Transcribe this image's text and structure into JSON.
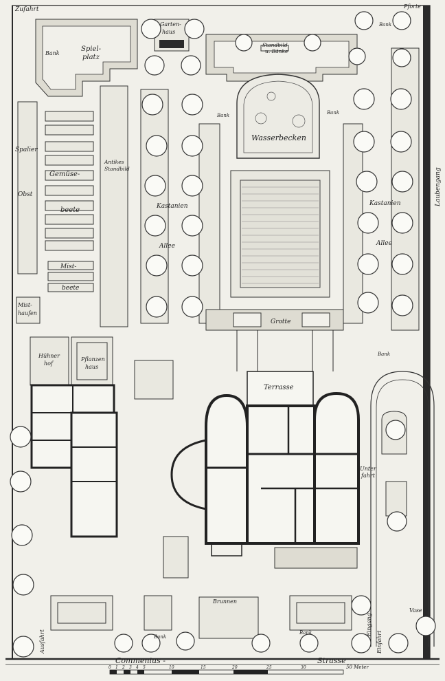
{
  "labels": {
    "zufahrt_top": "Zufahrt",
    "pforte": "Pforte",
    "bank": "Bank",
    "gartenhaus_1": "Garten-",
    "gartenhaus_2": "haus",
    "spielplatz_1": "Spiel-",
    "spielplatz_2": "platz",
    "standbild_1": "Standbild",
    "standbild_2": "u. Bänke",
    "wasserbecken": "Wasserbecken",
    "spalier_1": "Spalier",
    "spalier_2": "Obst",
    "gemuese": "Gemüse-",
    "beete": "beete",
    "antikes_1": "Antikes",
    "antikes_2": "Standbild",
    "kastanien_allee_left_1": "Kastanien",
    "kastanien_allee_left_2": "Allee",
    "kastanien_allee_right_1": "Kastanien",
    "kastanien_allee_right_2": "Allee",
    "laubengang": "Laubengang",
    "mist": "Mist-",
    "misthaufen_1": "Mist-",
    "misthaufen_2": "haufen",
    "grotte": "Grotte",
    "huehnerhof_1": "Hühner",
    "huehnerhof_2": "hof",
    "pflanzenhaus_1": "Pflanzen",
    "pflanzenhaus_2": "haus",
    "terrasse": "Terrasse",
    "unterfahrt_1": "Unter",
    "unterfahrt_2": "fahrt",
    "brunnen": "Brunnen",
    "eingang": "Eingang",
    "einfahrt": "Einfahrt",
    "ausfahrt": "Ausfahrt",
    "vase": "Vase",
    "street_1": "Commenius -",
    "street_2": "Strasse",
    "scale_unit": "50 Meter"
  },
  "scale": {
    "ticks": [
      "0",
      "1",
      "2",
      "3",
      "4",
      "5",
      "10",
      "15",
      "20",
      "25",
      "30"
    ]
  }
}
